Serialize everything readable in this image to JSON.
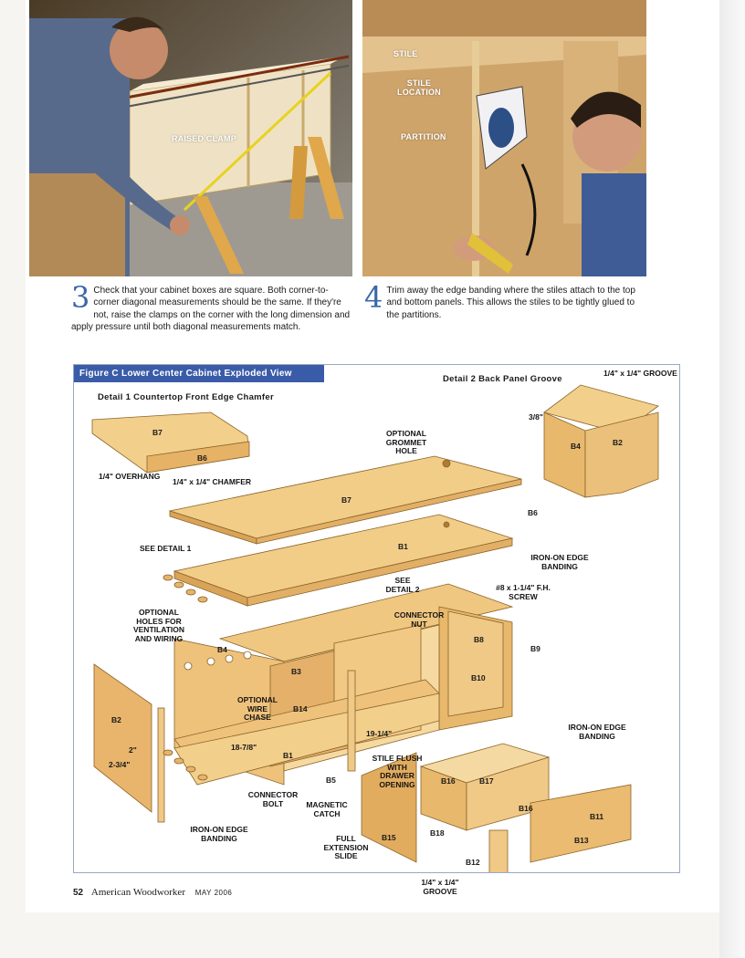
{
  "photos": {
    "left": {
      "callout": "RAISED CLAMP"
    },
    "right": {
      "callouts": [
        "STILE",
        "STILE LOCATION",
        "PARTITION"
      ]
    }
  },
  "steps": [
    {
      "number": "3",
      "text": "Check that your cabinet boxes are square. Both corner-to-corner diagonal measurements should be the same. If they're not, raise the clamps on the corner with the long dimension and apply pressure until both diagonal measurements match."
    },
    {
      "number": "4",
      "text": "Trim away the edge banding where the stiles attach to the top and bottom panels. This allows the stiles to be tightly glued to the partitions."
    }
  ],
  "figure": {
    "title": "Figure C Lower Center Cabinet Exploded View",
    "detail1": {
      "title": "Detail 1 Countertop Front Edge Chamfer",
      "labels": [
        "B7",
        "B6",
        "1/4\" OVERHANG",
        "1/4\" x 1/4\" CHAMFER"
      ]
    },
    "detail2": {
      "title": "Detail 2 Back Panel Groove",
      "labels": [
        "1/4\" x 1/4\" GROOVE",
        "3/8\"",
        "B4",
        "B2"
      ]
    },
    "labels": {
      "grommet": "OPTIONAL GROMMET HOLE",
      "b7": "B7",
      "b6": "B6",
      "see_detail_1": "SEE DETAIL 1",
      "b1_top": "B1",
      "iron_on_1": "IRON-ON EDGE BANDING",
      "see_detail_2": "SEE DETAIL 2",
      "screw": "#8 x 1-1/4\" F.H. SCREW",
      "connector_nut": "CONNECTOR NUT",
      "vent_holes": "OPTIONAL HOLES FOR VENTILATION AND WIRING",
      "b4": "B4",
      "b8": "B8",
      "b9": "B9",
      "b3": "B3",
      "b10": "B10",
      "b2": "B2",
      "wire_chase": "OPTIONAL WIRE CHASE",
      "b14": "B14",
      "dim_2": "2\"",
      "dim_2_34": "2-3/4\"",
      "dim_18_78": "18-7/8\"",
      "b1_bottom": "B1",
      "dim_19_14": "19-1/4\"",
      "iron_on_2": "IRON-ON EDGE BANDING",
      "stile_flush": "STILE FLUSH WITH DRAWER OPENING",
      "b5": "B5",
      "connector_bolt": "CONNECTOR BOLT",
      "magnetic_catch": "MAGNETIC CATCH",
      "iron_on_3": "IRON-ON EDGE BANDING",
      "full_slide": "FULL EXTENSION SLIDE",
      "b15": "B15",
      "b16a": "B16",
      "b17": "B17",
      "b16b": "B16",
      "b18": "B18",
      "b11": "B11",
      "b13": "B13",
      "b12": "B12",
      "groove": "1/4\" x 1/4\" GROOVE"
    }
  },
  "footer": {
    "page": "52",
    "magazine": "American Woodworker",
    "date": "MAY 2006"
  }
}
